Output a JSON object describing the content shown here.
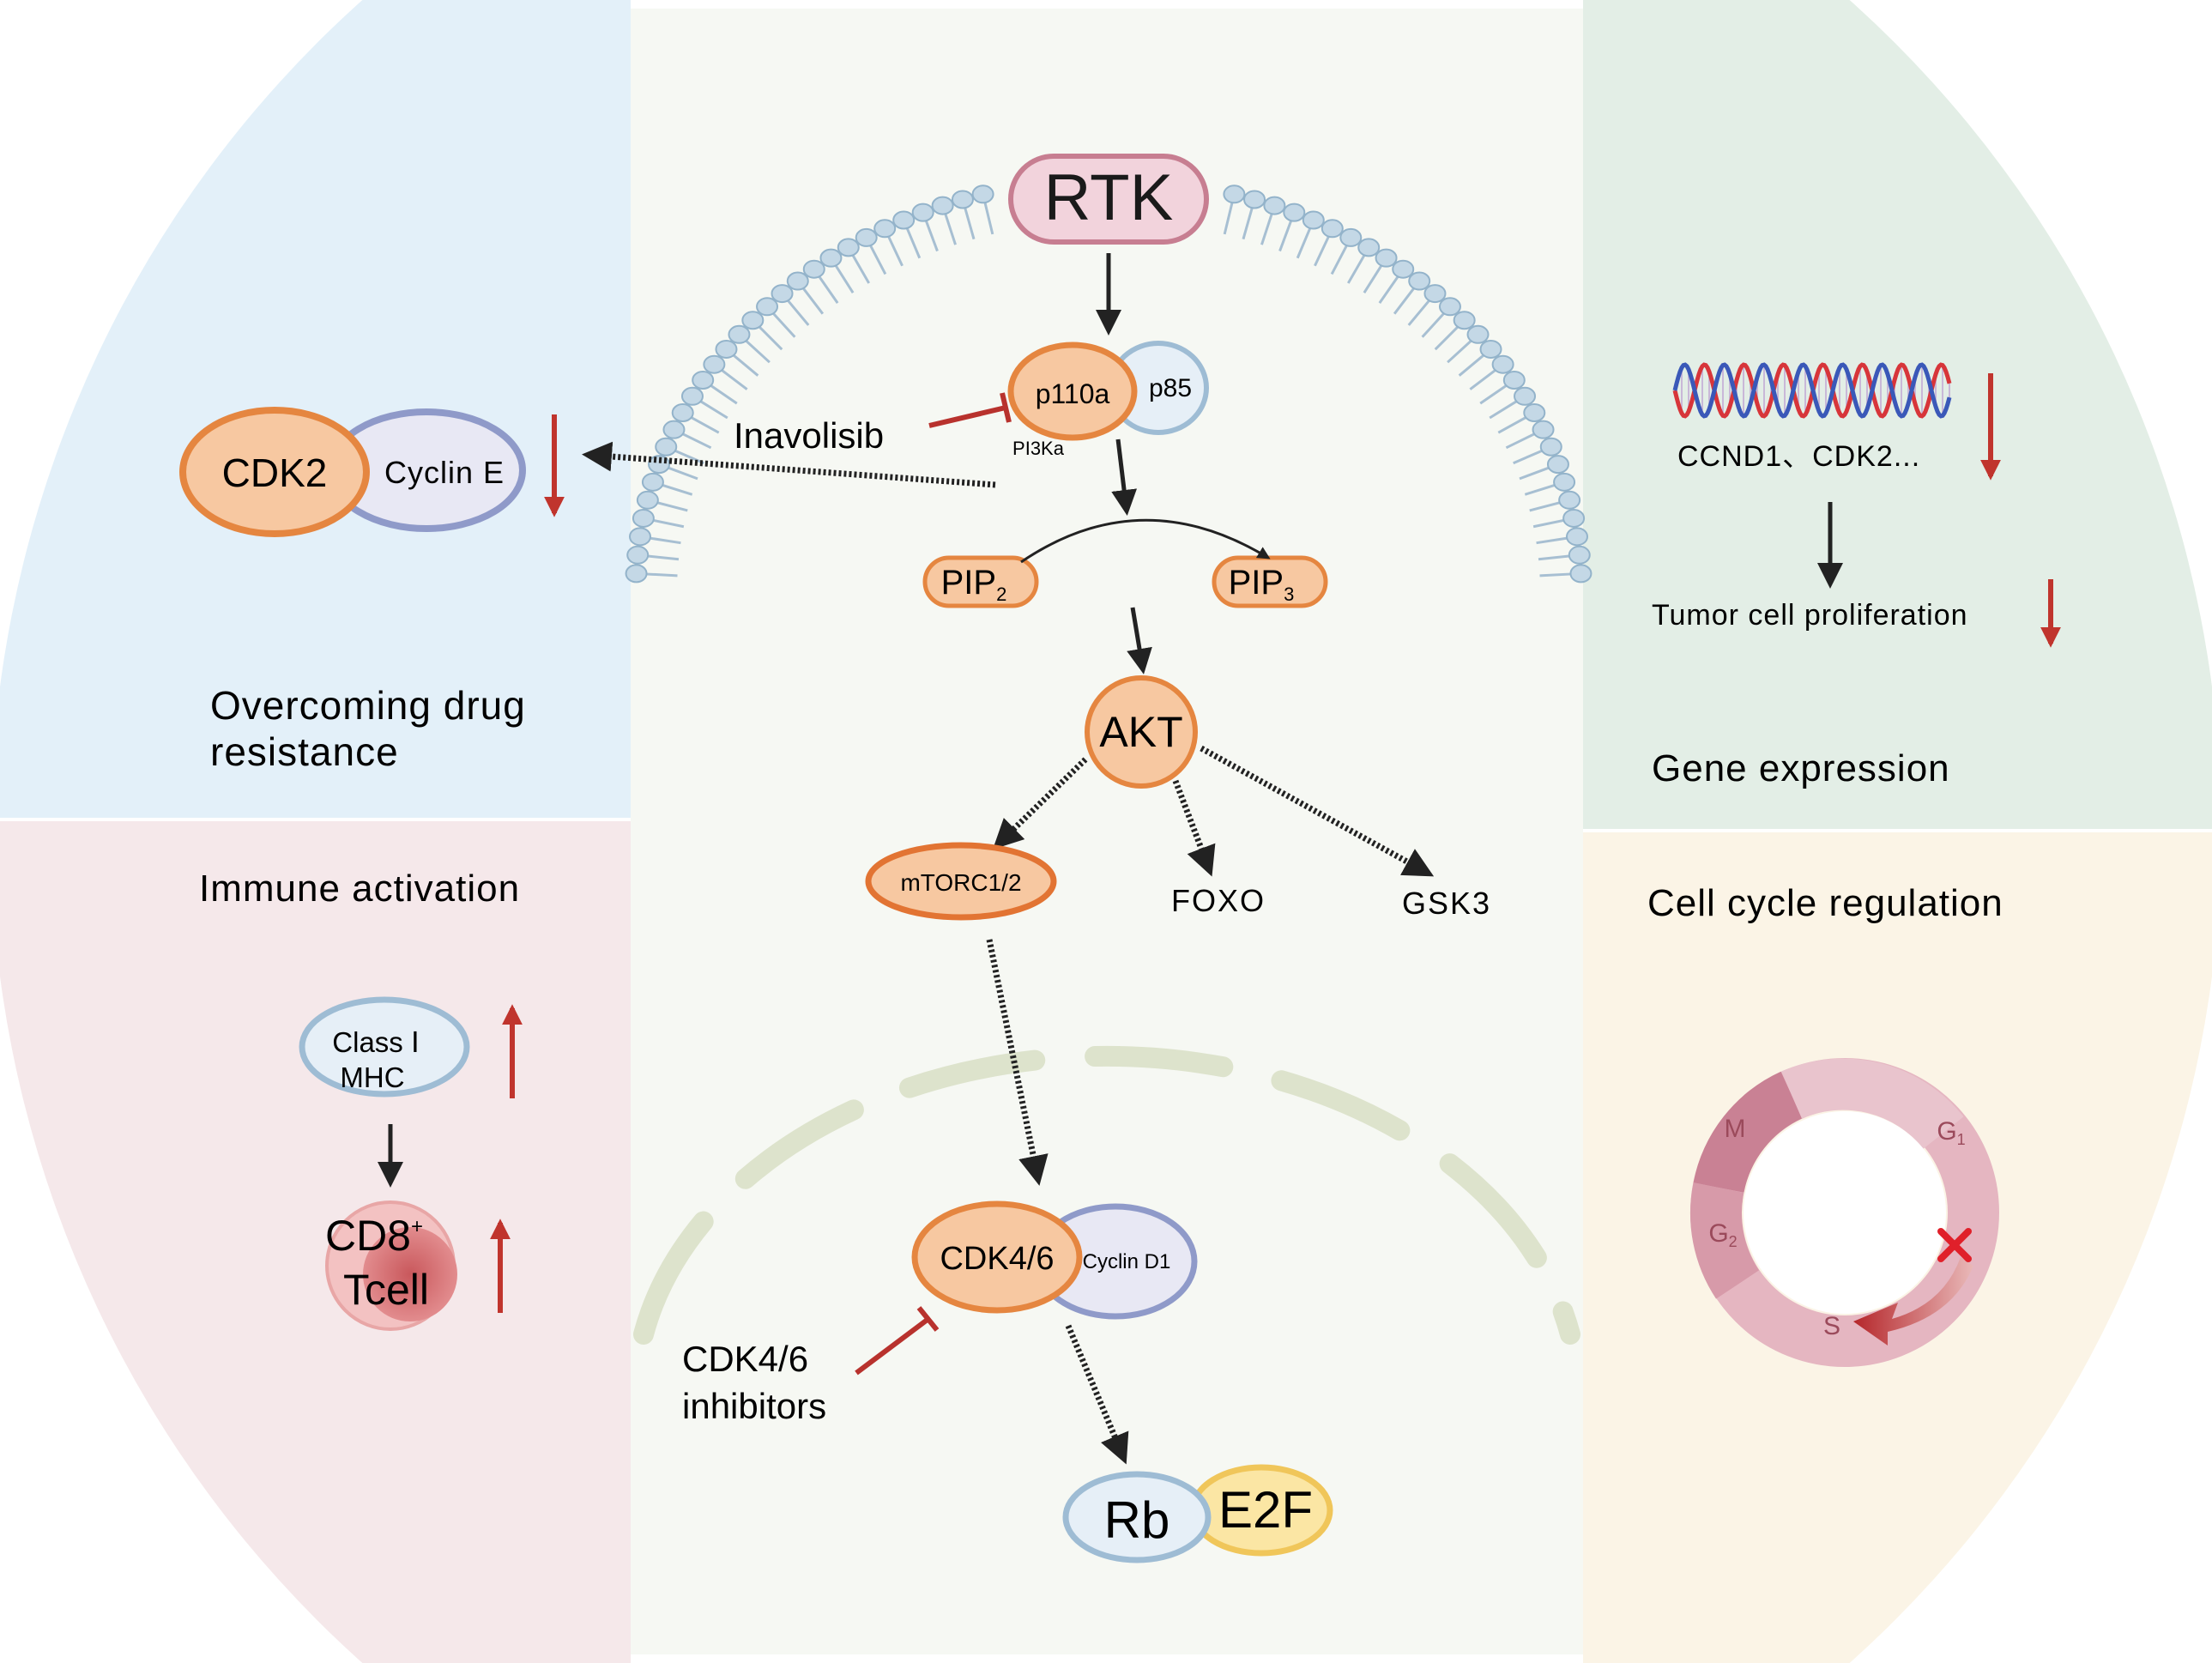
{
  "center": {
    "rtk": "RTK",
    "p110a": "p110a",
    "p85": "p85",
    "pi3ka": "PI3Ka",
    "inavolisib": "Inavolisib",
    "pip2_base": "PIP",
    "pip2_sub": "2",
    "pip3_base": "PIP",
    "pip3_sub": "3",
    "akt": "AKT",
    "mtorc": "mTORC1/2",
    "foxo": "FOXO",
    "gsk3": "GSK3",
    "cdk46": "CDK4/6",
    "cyclin_d1": "Cyclin D1",
    "cdk46_inhibitors_line1": "CDK4/6",
    "cdk46_inhibitors_line2": "inhibitors",
    "rb": "Rb",
    "e2f": "E2F"
  },
  "top_left": {
    "cdk2": "CDK2",
    "cyclin_e": "Cyclin E",
    "title_line1": "Overcoming drug",
    "title_line2": "resistance"
  },
  "bottom_left": {
    "title": "Immune activation",
    "class_line1": "Class Ⅰ",
    "class_line2": "MHC",
    "cd8": "CD8",
    "cd8_sup": "+",
    "tcell": "Tcell"
  },
  "top_right": {
    "genes": "CCND1、CDK2...",
    "proliferation": "Tumor cell proliferation",
    "title": "Gene expression"
  },
  "bottom_right": {
    "title": "Cell cycle regulation",
    "phase_m": "M",
    "phase_g1_base": "G",
    "phase_g1_sub": "1",
    "phase_g2_base": "G",
    "phase_g2_sub": "2",
    "phase_s": "S"
  },
  "colors": {
    "top_left_bg": "#e3f0f9",
    "bottom_left_bg": "#f5e8ea",
    "top_right_bg": "#e3eee6",
    "bottom_right_bg": "#fbf4e6",
    "center_bg": "#f6f8f3",
    "orange_fill": "#f7c8a1",
    "orange_stroke": "#e58640",
    "blue_fill": "#e4eef6",
    "blue_stroke": "#9abad3",
    "purple_stroke": "#8f9ac9",
    "red_arrow": "#c0342d",
    "pink_ring": "#e5b6c1"
  }
}
